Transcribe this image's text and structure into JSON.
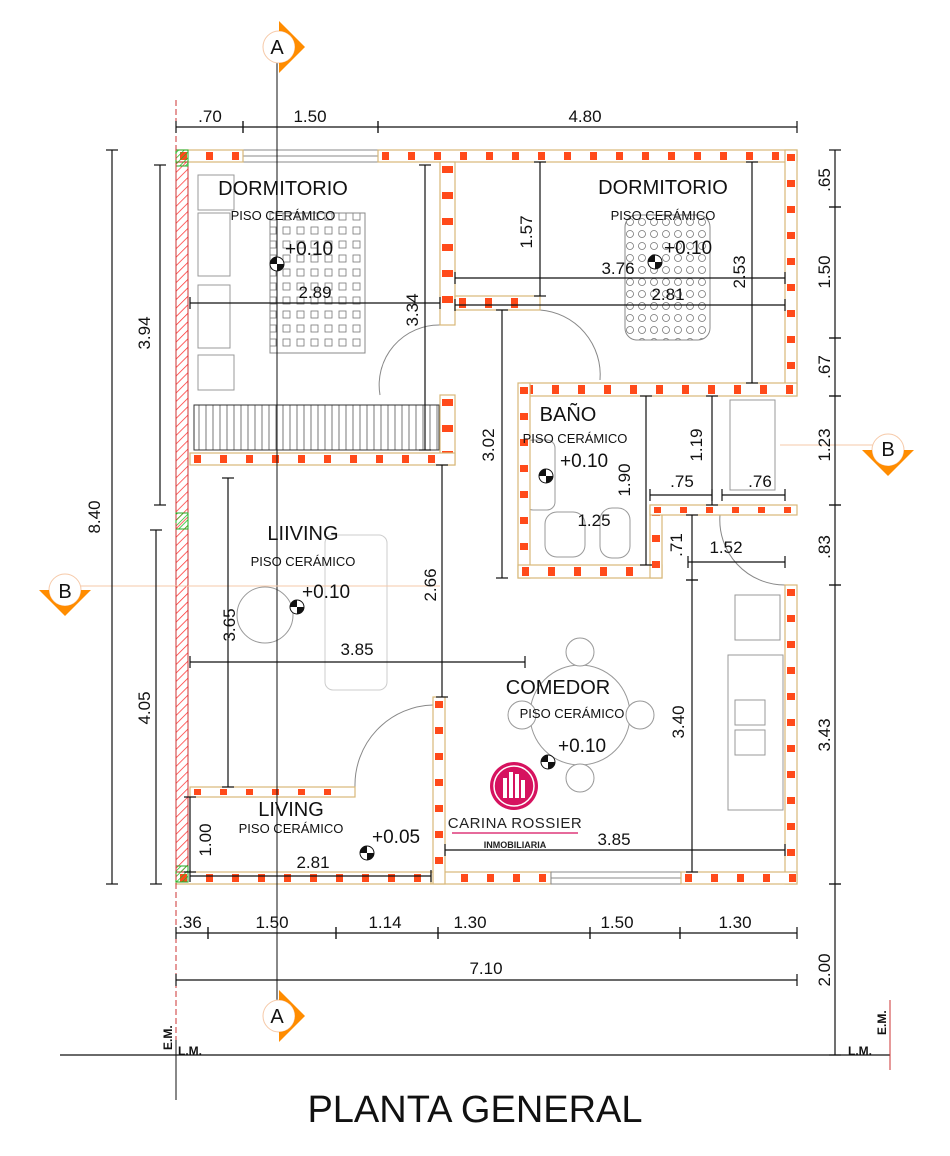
{
  "title": "PLANTA GENERAL",
  "colors": {
    "wall_dash": "#ff4a1a",
    "wall_edge": "#d8b878",
    "section_marker": "#ff8c00",
    "logo": "#d6125f",
    "green_column": "#22bb22"
  },
  "rooms": [
    {
      "name": "DORMITORIO",
      "floor": "PISO CERÁMICO",
      "level": "+0.10"
    },
    {
      "name": "DORMITORIO",
      "floor": "PISO CERÁMICO",
      "level": "+0.10"
    },
    {
      "name": "BAÑO",
      "floor": "PISO CERÁMICO",
      "level": "+0.10"
    },
    {
      "name": "LIIVING",
      "floor": "PISO CERÁMICO",
      "level": "+0.10"
    },
    {
      "name": "COMEDOR",
      "floor": "PISO CERÁMICO",
      "level": "+0.10"
    },
    {
      "name": "LIVING",
      "floor": "PISO CERÁMICO",
      "level": "+0.05"
    }
  ],
  "dims": {
    "top": [
      ".70",
      "1.50",
      "4.80"
    ],
    "bottom": [
      ".36",
      "1.50",
      "1.14",
      "1.30",
      "1.50",
      "1.30"
    ],
    "total_width": "7.10",
    "left_total": "8.40",
    "left": [
      "3.94",
      "4.05"
    ],
    "right": [
      ".65",
      "1.50",
      ".67",
      "1.23",
      ".83",
      "3.43"
    ],
    "setback": "2.00",
    "interior": {
      "d1_width": "2.89",
      "d1_height": "3.34",
      "d2_width": "2.81",
      "d2_span": "3.76",
      "d2_top": "1.57",
      "d2_height": "2.53",
      "hall": "3.02",
      "bath_h": "1.90",
      "bath_w": "1.25",
      "laundry_h": "1.19",
      "laundry_w": ".75",
      "sink_w": ".76",
      "kitchen_w": "1.52",
      "kitchen_h": ".71",
      "living_h": "3.65",
      "living_w": "3.85",
      "living_mid": "2.66",
      "comedor_h": "3.40",
      "comedor_w": "3.85",
      "living2_h": "1.00",
      "living2_w": "2.81"
    }
  },
  "sections": {
    "a": "A",
    "b": "B"
  },
  "boundary": {
    "em": "E.M.",
    "lm": "L.M."
  },
  "logo": {
    "name": "CARINA ROSSIER",
    "sub": "INMOBILIARIA"
  }
}
